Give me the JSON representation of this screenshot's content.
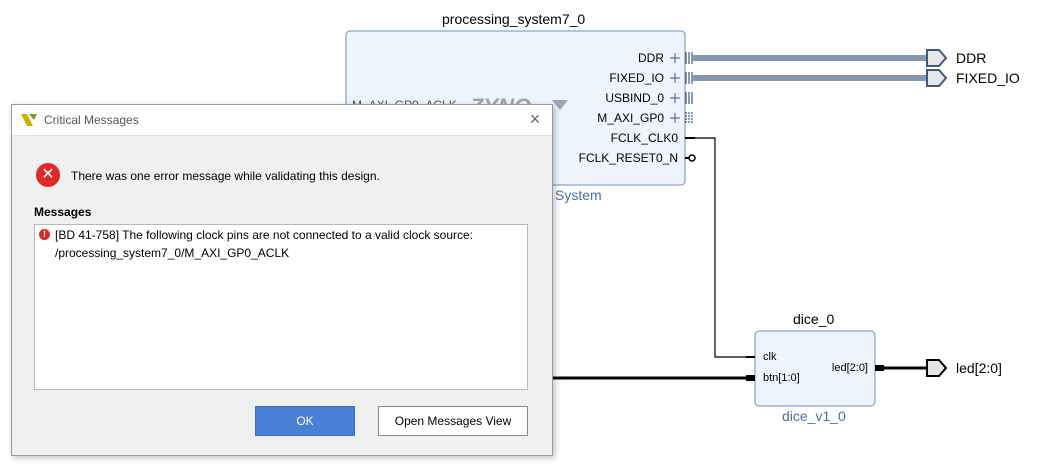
{
  "ps7": {
    "title": "processing_system7_0",
    "subtitle": "System",
    "ports": [
      "DDR",
      "FIXED_IO",
      "USBIND_0",
      "M_AXI_GP0",
      "FCLK_CLK0",
      "FCLK_RESET0_N"
    ],
    "partial_label": "M_AXI_GP0_ACLK",
    "logo_text": "ZYNQ"
  },
  "external_ports": {
    "ddr": "DDR",
    "fixed_io": "FIXED_IO",
    "led": "led[2:0]"
  },
  "dice": {
    "title": "dice_0",
    "subtitle": "dice_v1_0",
    "inputs": [
      "clk",
      "btn[1:0]"
    ],
    "output": "led[2:0]"
  },
  "dialog": {
    "title": "Critical Messages",
    "close_glyph": "×",
    "error_glyph": "✕",
    "summary": "There was one error message while validating this design.",
    "messages_header": "Messages",
    "message_glyph": "!",
    "message_line1": "[BD 41-758] The following clock pins are not connected to a valid clock source:",
    "message_line2": "/processing_system7_0/M_AXI_GP0_ACLK",
    "ok_label": "OK",
    "open_view_label": "Open Messages View"
  },
  "colors": {
    "block_fill": "#eef4fc",
    "block_border": "#6a90c8",
    "bus": "#3c5a82",
    "error": "#e02828",
    "primary_button": "#4a7fd6"
  }
}
